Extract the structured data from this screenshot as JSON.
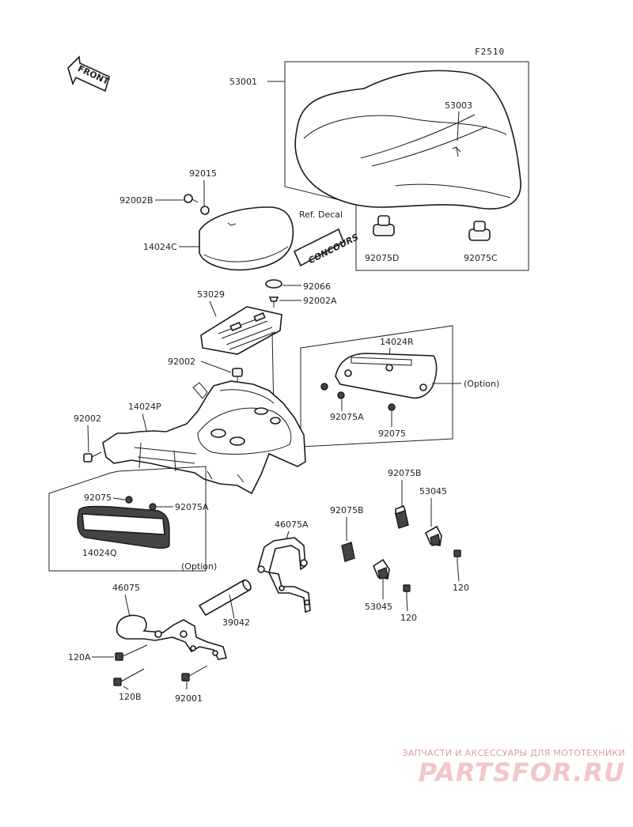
{
  "diagram_id": "F2510",
  "front_arrow_label": "FRONT",
  "decal_text": "CONCOURS",
  "labels": {
    "p53001": "53001",
    "p53003": "53003",
    "p92015": "92015",
    "p92002B": "92002B",
    "p14024C": "14024C",
    "ref_decal": "Ref. Decal",
    "p92075D": "92075D",
    "p92075C": "92075C",
    "p92066": "92066",
    "p53029": "53029",
    "p92002A": "92002A",
    "p92002_mid": "92002",
    "p14024R": "14024R",
    "option_right": "(Option)",
    "p92075A_right": "92075A",
    "p92075_right": "92075",
    "p92002_left": "92002",
    "p14024P": "14024P",
    "p92075_left": "92075",
    "p92075A_left": "92075A",
    "p14024Q": "14024Q",
    "option_left": "(Option)",
    "p92075B_a": "92075B",
    "p53045_a": "53045",
    "p92075B_b": "92075B",
    "p46075A": "46075A",
    "p120_a": "120",
    "p53045_b": "53045",
    "p120_b": "120",
    "p46075": "46075",
    "p39042": "39042",
    "p120A": "120A",
    "p120B": "120B",
    "p92001": "92001"
  },
  "watermark": {
    "tagline": "ЗАПЧАСТИ И АКСЕССУАРЫ ДЛЯ МОТОТЕХНИКИ",
    "brand": "PARTSFOR.RU",
    "color": "#f2c7c7"
  }
}
